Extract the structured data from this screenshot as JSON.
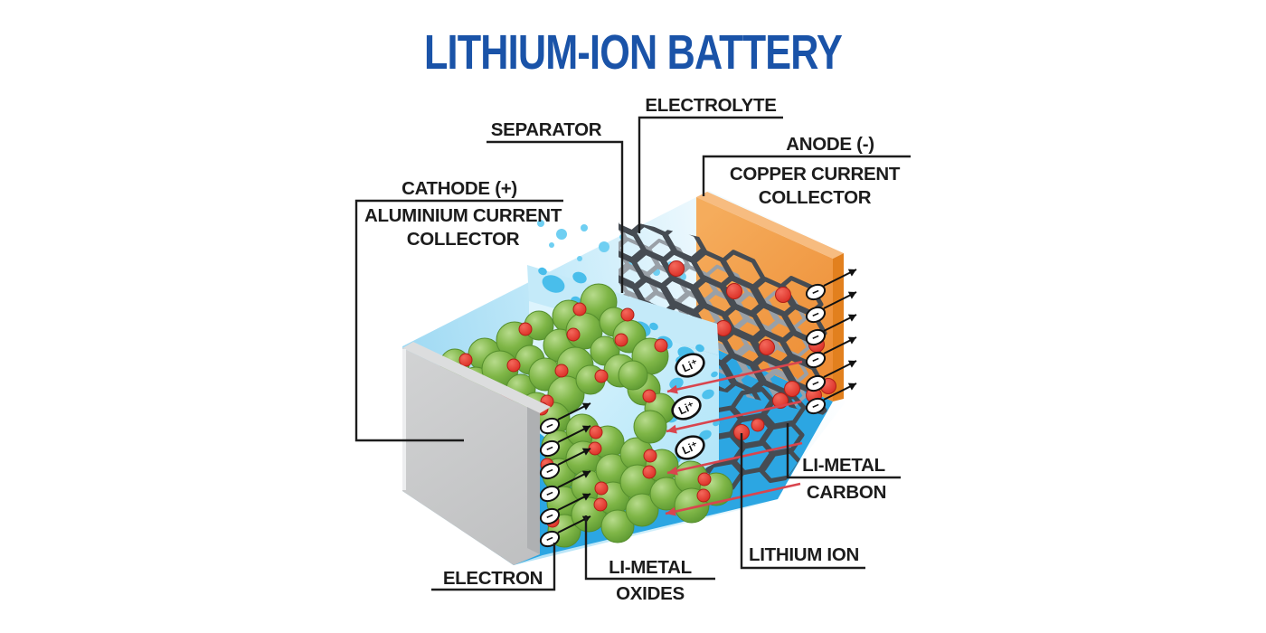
{
  "title": "LITHIUM-ION BATTERY",
  "labels": {
    "separator": "SEPARATOR",
    "electrolyte": "ELECTROLYTE",
    "anode": "ANODE (-)",
    "anode_sub1": "COPPER CURRENT",
    "anode_sub2": "COLLECTOR",
    "cathode": "CATHODE (+)",
    "cathode_sub1": "ALUMINIUM CURRENT",
    "cathode_sub2": "COLLECTOR",
    "li_metal_carbon_1": "LI-METAL",
    "li_metal_carbon_2": "CARBON",
    "lithium_ion": "LITHIUM ION",
    "li_metal_oxides_1": "LI-METAL",
    "li_metal_oxides_2": "OXIDES",
    "electron": "ELECTRON"
  },
  "symbols": {
    "lithium_ion": "Li⁺",
    "electron_minus": "−"
  },
  "colors": {
    "title_blue": "#1A53A8",
    "label_black": "#1C1C1C",
    "aluminium_gray": "#C6C7C8",
    "aluminium_top": "#DCDDDE",
    "aluminium_shadow": "#AEB0B2",
    "copper_orange": "#F0953F",
    "copper_top": "#F7BC80",
    "copper_edge": "#E2801E",
    "separator_blue": "#C8EDFB",
    "separator_band": "#C4EAF9",
    "electrolyte_floor_blue": "#2CA6E2",
    "backwall_blue": "#A8DFF5",
    "bubble_blue": "#49BEEB",
    "sphere_green": "#7DB24A",
    "lithium_red": "#DE2B22",
    "lattice_dark": "#464C53",
    "lattice_gray": "#99A0A7",
    "arrow_red": "#D9454E",
    "arrow_black": "#111111"
  }
}
